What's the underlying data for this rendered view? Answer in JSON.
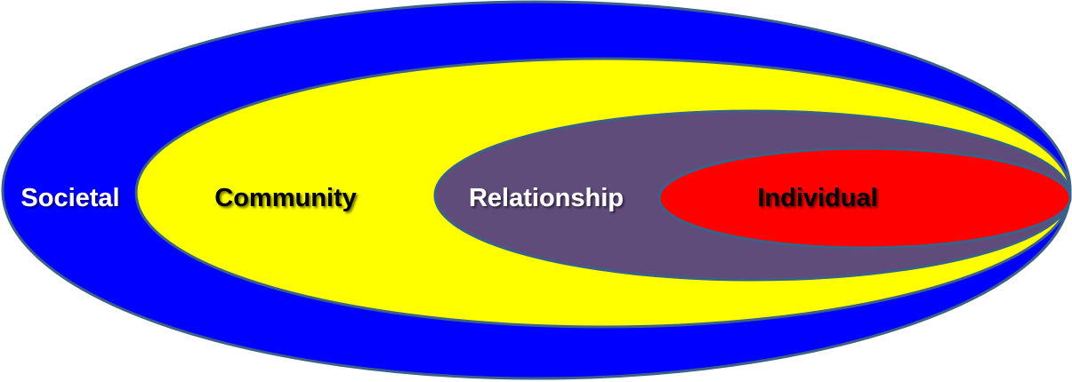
{
  "diagram": {
    "type": "nested-ellipse-model",
    "stroke_color": "#3C6189",
    "levels": [
      {
        "id": "societal",
        "label": "Societal",
        "fill": "#0000FF",
        "text_color": "#FFFFFF"
      },
      {
        "id": "community",
        "label": "Community",
        "fill": "#FFFF00",
        "text_color": "#000000"
      },
      {
        "id": "relationship",
        "label": "Relationship",
        "fill": "#604C7B",
        "text_color": "#FFFFFF"
      },
      {
        "id": "individual",
        "label": "Individual",
        "fill": "#FF0000",
        "text_color": "#000000"
      }
    ]
  }
}
